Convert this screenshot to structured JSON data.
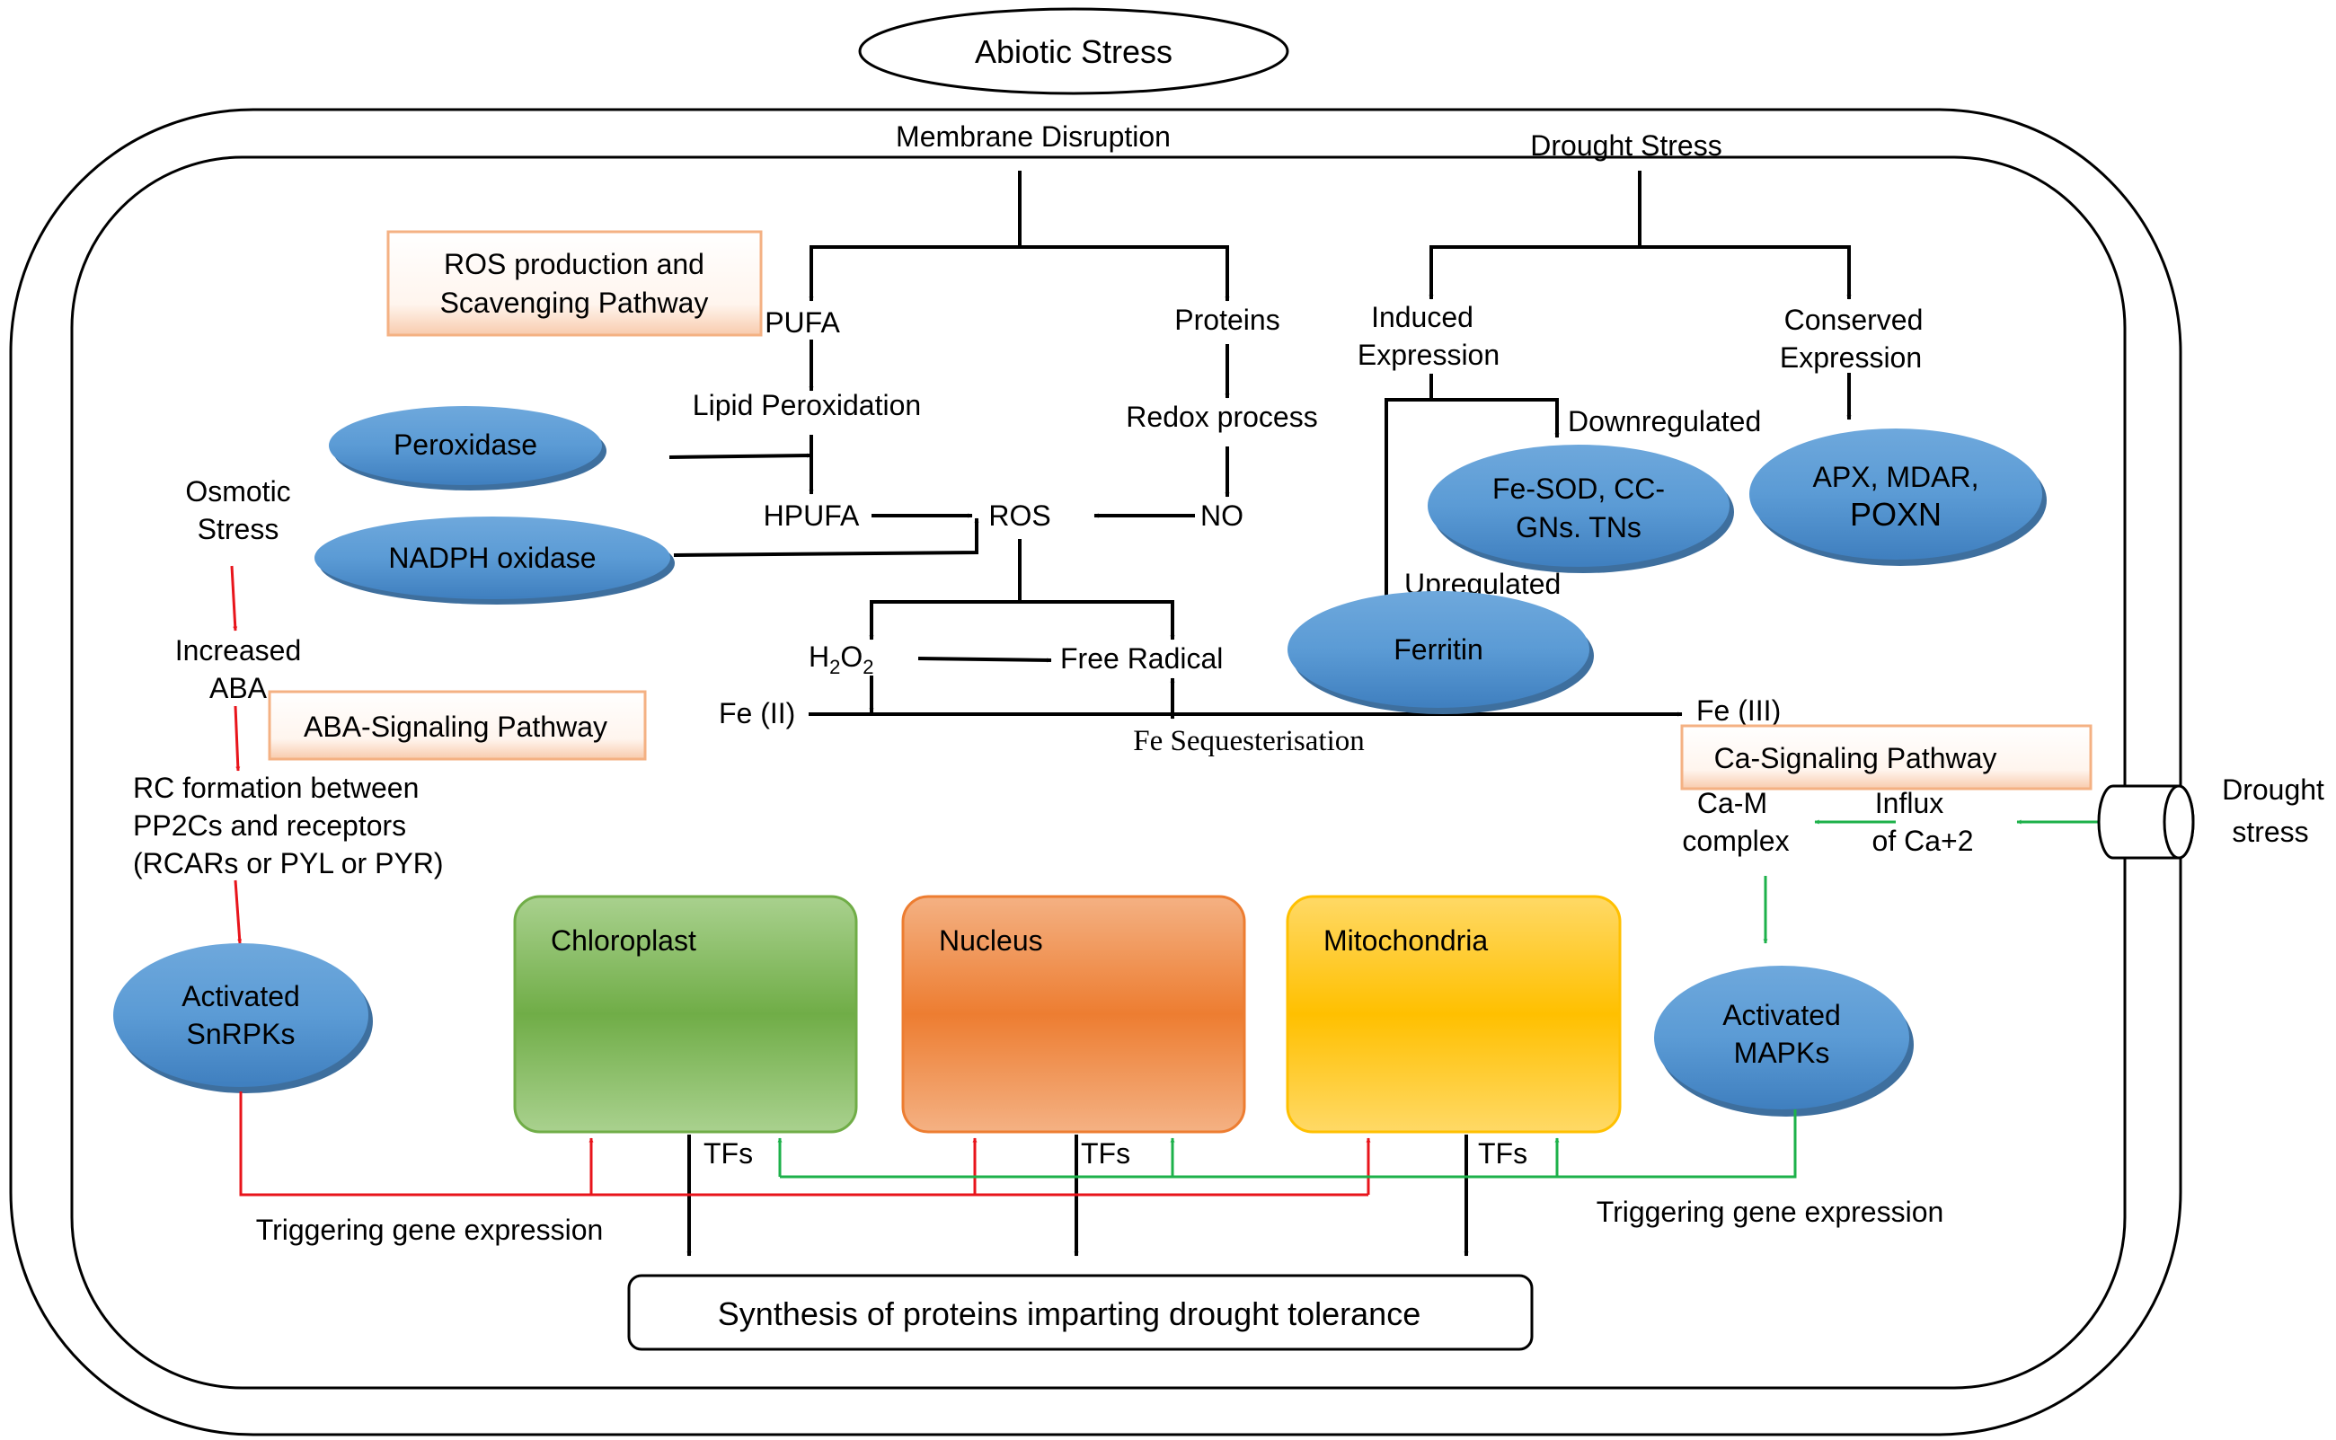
{
  "top": {
    "abiotic_stress": "Abiotic Stress",
    "membrane_disruption": "Membrane Disruption",
    "drought_stress": "Drought Stress"
  },
  "ros_pathway": {
    "label_line1": "ROS production and",
    "label_line2": "Scavenging Pathway",
    "pufa": "PUFA",
    "proteins": "Proteins",
    "lipid_peroxidation": "Lipid Peroxidation",
    "redox_process": "Redox process",
    "hpufa": "HPUFA",
    "ros": "ROS",
    "no": "NO",
    "peroxidase": "Peroxidase",
    "nadph_oxidase": "NADPH oxidase",
    "h2o2_base": "H",
    "h2o2_sub1": "2",
    "h2o2_mid": "O",
    "h2o2_sub2": "2",
    "free_radical": "Free Radical",
    "fe2": "Fe (II)",
    "fe3": "Fe (III)",
    "fe_sequestration": "Fe Sequesterisation"
  },
  "drought_branch": {
    "induced_line1": "Induced",
    "induced_line2": "Expression",
    "conserved_line1": "Conserved",
    "conserved_line2": "Expression",
    "downregulated": "Downregulated",
    "upregulated": "Upregulated",
    "fesod_line1": "Fe-SOD, CC-",
    "fesod_line2": "GNs. TNs",
    "apx_line1": "APX, MDAR,",
    "apx_line2": "POXN",
    "ferritin": "Ferritin"
  },
  "aba_pathway": {
    "label": "ABA-Signaling Pathway",
    "osmotic_line1": "Osmotic",
    "osmotic_line2": "Stress",
    "aba_line1": "Increased",
    "aba_line2": "ABA",
    "rc_line1": "RC formation between",
    "rc_line2": "PP2Cs and receptors",
    "rc_line3": "(RCARs or PYL or PYR)",
    "snrpk_line1": "Activated",
    "snrpk_line2": "SnRPKs"
  },
  "ca_pathway": {
    "label": "Ca-Signaling Pathway",
    "cam_line1": "Ca-M",
    "cam_line2": "complex",
    "influx_line1": "Influx",
    "influx_line2": "of Ca+2",
    "mapk_line1": "Activated",
    "mapk_line2": "MAPKs",
    "drought_line1": "Drought",
    "drought_line2": "stress"
  },
  "organelles": {
    "chloroplast": "Chloroplast",
    "nucleus": "Nucleus",
    "mitochondria": "Mitochondria",
    "tfs": "TFs"
  },
  "bottom": {
    "triggering_left": "Triggering gene expression",
    "triggering_right": "Triggering gene expression",
    "synthesis": "Synthesis of proteins imparting drought tolerance"
  },
  "colors": {
    "red_arrow": "#e8141b",
    "green_arrow": "#1db14a",
    "ellipse_blue": "#5b9bd5",
    "chloroplast_green": "#70ad47",
    "nucleus_orange": "#ed7d31",
    "mito_yellow": "#ffc000"
  }
}
